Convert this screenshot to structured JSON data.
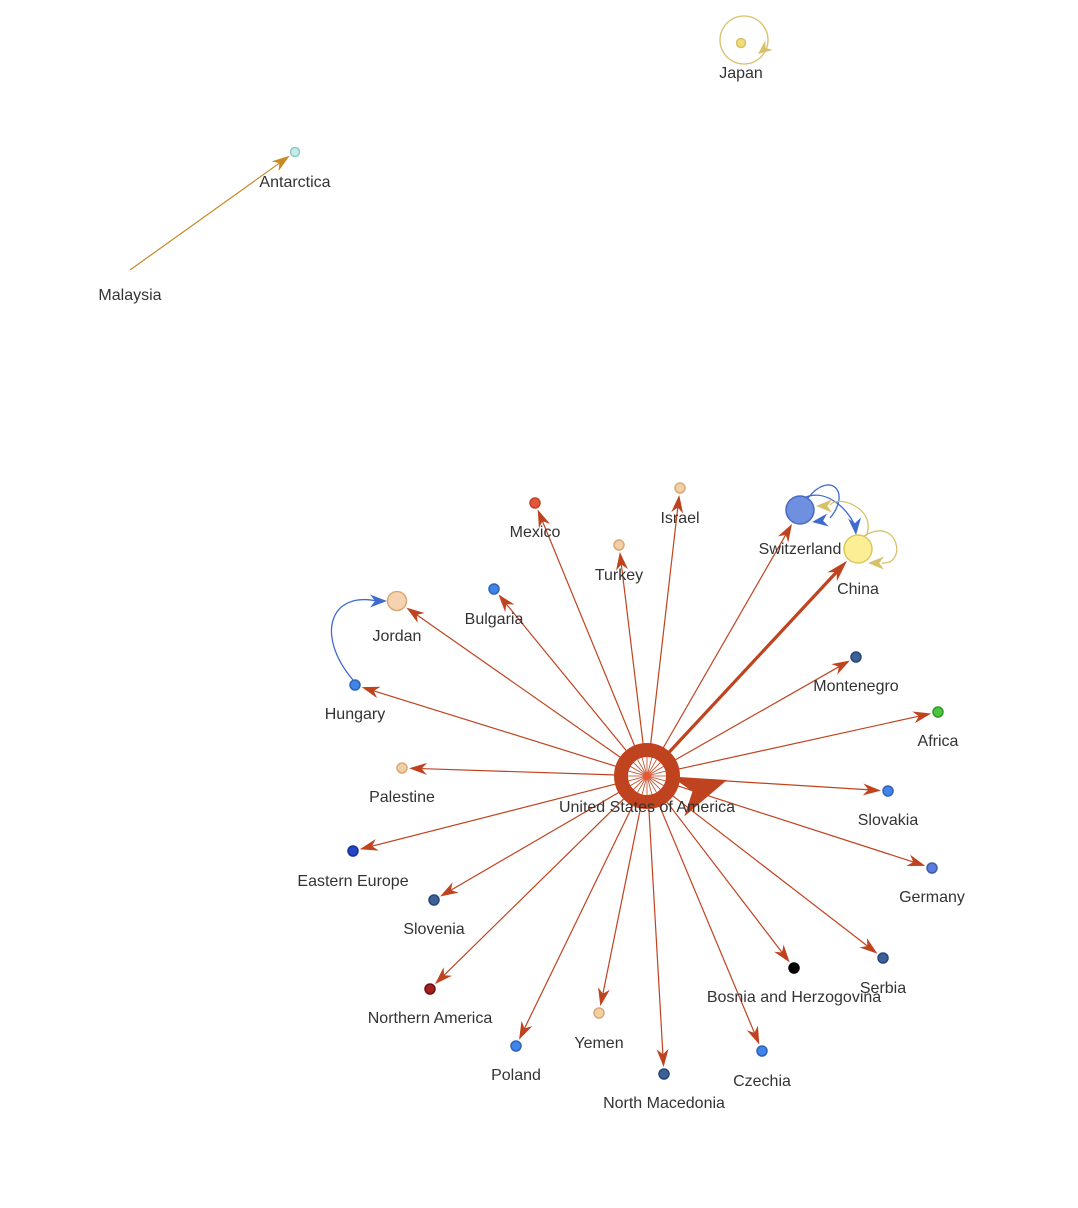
{
  "graph": {
    "nodes": [
      {
        "id": "japan",
        "label": "Japan",
        "color": "#f2de78"
      },
      {
        "id": "antarctica",
        "label": "Antarctica",
        "color": "#c6ecea"
      },
      {
        "id": "malaysia",
        "label": "Malaysia",
        "color": "#cf9a2a"
      },
      {
        "id": "mexico",
        "label": "Mexico",
        "color": "#e3563c"
      },
      {
        "id": "israel",
        "label": "Israel",
        "color": "#f3cfa4"
      },
      {
        "id": "turkey",
        "label": "Turkey",
        "color": "#f3cfa4"
      },
      {
        "id": "switzerland",
        "label": "Switzerland",
        "color": "#6f8fe0"
      },
      {
        "id": "china",
        "label": "China",
        "color": "#fbef96"
      },
      {
        "id": "bulgaria",
        "label": "Bulgaria",
        "color": "#3f85ea"
      },
      {
        "id": "jordan",
        "label": "Jordan",
        "color": "#f6d2b1"
      },
      {
        "id": "hungary",
        "label": "Hungary",
        "color": "#3f85ea"
      },
      {
        "id": "montenegro",
        "label": "Montenegro",
        "color": "#3d6196"
      },
      {
        "id": "africa",
        "label": "Africa",
        "color": "#4cc43f"
      },
      {
        "id": "palestine",
        "label": "Palestine",
        "color": "#f3cfa4"
      },
      {
        "id": "usa",
        "label": "United States of America",
        "color": "#ea5634"
      },
      {
        "id": "slovakia",
        "label": "Slovakia",
        "color": "#3f85ea"
      },
      {
        "id": "eastern_europe",
        "label": "Eastern Europe",
        "color": "#2545c9"
      },
      {
        "id": "germany",
        "label": "Germany",
        "color": "#5d7bd8"
      },
      {
        "id": "slovenia",
        "label": "Slovenia",
        "color": "#3d6196"
      },
      {
        "id": "northern_america",
        "label": "Northern America",
        "color": "#a51f1f"
      },
      {
        "id": "serbia",
        "label": "Serbia",
        "color": "#3d6196"
      },
      {
        "id": "bosnia",
        "label": "Bosnia and Herzogovina",
        "color": "#000000"
      },
      {
        "id": "yemen",
        "label": "Yemen",
        "color": "#f3cfa4"
      },
      {
        "id": "poland",
        "label": "Poland",
        "color": "#3f85ea"
      },
      {
        "id": "czechia",
        "label": "Czechia",
        "color": "#3f85ea"
      },
      {
        "id": "north_macedonia",
        "label": "North Macedonia",
        "color": "#3d6196"
      }
    ],
    "edges": [
      {
        "source": "malaysia",
        "target": "antarctica",
        "color": "#c78a25"
      },
      {
        "source": "japan",
        "target": "japan",
        "color": "#d6c16a"
      },
      {
        "source": "usa",
        "target": "usa",
        "color": "#c0431f"
      },
      {
        "source": "usa",
        "target": "mexico",
        "color": "#c0431f"
      },
      {
        "source": "usa",
        "target": "israel",
        "color": "#c0431f"
      },
      {
        "source": "usa",
        "target": "turkey",
        "color": "#c0431f"
      },
      {
        "source": "usa",
        "target": "switzerland",
        "color": "#c0431f"
      },
      {
        "source": "usa",
        "target": "china",
        "color": "#c0431f"
      },
      {
        "source": "usa",
        "target": "bulgaria",
        "color": "#c0431f"
      },
      {
        "source": "usa",
        "target": "jordan",
        "color": "#c0431f"
      },
      {
        "source": "usa",
        "target": "hungary",
        "color": "#c0431f"
      },
      {
        "source": "usa",
        "target": "montenegro",
        "color": "#c0431f"
      },
      {
        "source": "usa",
        "target": "africa",
        "color": "#c0431f"
      },
      {
        "source": "usa",
        "target": "palestine",
        "color": "#c0431f"
      },
      {
        "source": "usa",
        "target": "slovakia",
        "color": "#c0431f"
      },
      {
        "source": "usa",
        "target": "eastern_europe",
        "color": "#c0431f"
      },
      {
        "source": "usa",
        "target": "germany",
        "color": "#c0431f"
      },
      {
        "source": "usa",
        "target": "slovenia",
        "color": "#c0431f"
      },
      {
        "source": "usa",
        "target": "northern_america",
        "color": "#c0431f"
      },
      {
        "source": "usa",
        "target": "serbia",
        "color": "#c0431f"
      },
      {
        "source": "usa",
        "target": "bosnia",
        "color": "#c0431f"
      },
      {
        "source": "usa",
        "target": "yemen",
        "color": "#c0431f"
      },
      {
        "source": "usa",
        "target": "poland",
        "color": "#c0431f"
      },
      {
        "source": "usa",
        "target": "czechia",
        "color": "#c0431f"
      },
      {
        "source": "usa",
        "target": "north_macedonia",
        "color": "#c0431f"
      },
      {
        "source": "hungary",
        "target": "jordan",
        "color": "#3f6ad0"
      },
      {
        "source": "switzerland",
        "target": "switzerland",
        "color": "#3f6ad0"
      },
      {
        "source": "switzerland",
        "target": "china",
        "color": "#3f6ad0"
      },
      {
        "source": "china",
        "target": "china",
        "color": "#d6c16a"
      },
      {
        "source": "china",
        "target": "switzerland",
        "color": "#d6c16a"
      }
    ]
  }
}
